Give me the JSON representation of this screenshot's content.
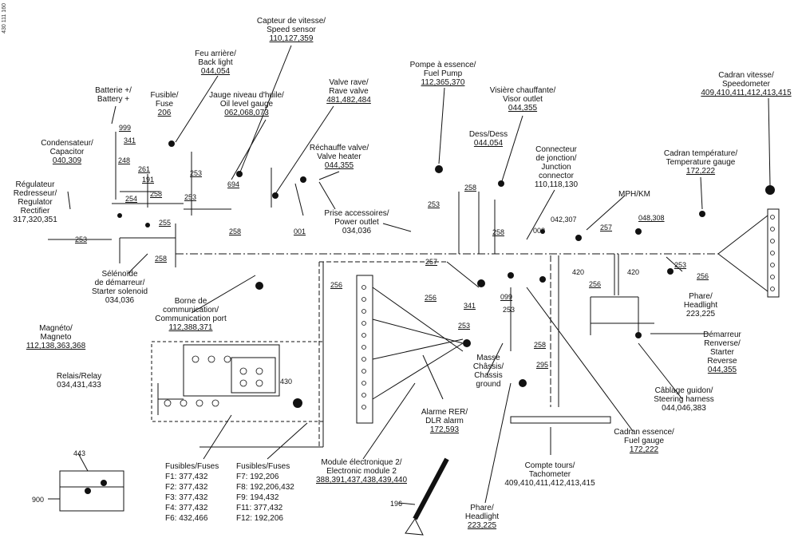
{
  "side_code": "430 111 160",
  "labels": {
    "speed_sensor": {
      "l1": "Capteur de vitesse/",
      "l2": "Speed sensor",
      "codes": "110,127,359"
    },
    "back_light": {
      "l1": "Feu arrière/",
      "l2": "Back light",
      "codes": "044,054"
    },
    "fuel_pump": {
      "l1": "Pompe à essence/",
      "l2": "Fuel Pump",
      "codes": "112,365,370"
    },
    "battery": {
      "l1": "Batterie +/",
      "l2": "Battery +"
    },
    "fuse": {
      "l1": "Fusible/",
      "l2": "Fuse",
      "codes": "206"
    },
    "oil_gauge": {
      "l1": "Jauge niveau d'huile/",
      "l2": "Oil level gauge",
      "codes": "062,068,073"
    },
    "rave_valve": {
      "l1": "Valve rave/",
      "l2": "Rave valve",
      "codes": "481,482,484"
    },
    "visor_outlet": {
      "l1": "Visière chauffante/",
      "l2": "Visor outlet",
      "codes": "044,355"
    },
    "speedometer": {
      "l1": "Cadran vitesse/",
      "l2": "Speedometer",
      "codes": "409,410,411,412,413,415"
    },
    "capacitor": {
      "l1": "Condensateur/",
      "l2": "Capacitor",
      "codes": "040,309"
    },
    "valve_heater": {
      "l1": "Réchauffe valve/",
      "l2": "Valve heater",
      "codes": "044,355"
    },
    "dess": {
      "l1": "Dess/Dess",
      "codes": "044,054"
    },
    "junction": {
      "l1": "Connecteur",
      "l2": "de jonction/",
      "l3": "Junction",
      "l4": "connector",
      "codes": "110,118,130"
    },
    "temp_gauge": {
      "l1": "Cadran température/",
      "l2": "Temperature gauge",
      "codes": "172,222"
    },
    "regulator": {
      "l1": "Régulateur",
      "l2": "Redresseur/",
      "l3": "Regulator",
      "l4": "Rectifier",
      "codes": "317,320,351"
    },
    "mph_km": {
      "l1": "MPH/KM"
    },
    "power_outlet": {
      "l1": "Prise accessoires/",
      "l2": "Power outlet",
      "codes": "034,036"
    },
    "starter_solenoid": {
      "l1": "Sélénoïde",
      "l2": "de démarreur/",
      "l3": "Starter solenoid",
      "codes": "034,036"
    },
    "comm_port": {
      "l1": "Borne de",
      "l2": "communication/",
      "l3": "Communication port",
      "codes": "112,388,371"
    },
    "magneto": {
      "l1": "Magnéto/",
      "l2": "Magneto",
      "codes": "112,138,363,368"
    },
    "relay": {
      "l1": "Relais/Relay",
      "codes": "034,431,433"
    },
    "headlight_r": {
      "l1": "Phare/",
      "l2": "Headlight",
      "codes": "223,225"
    },
    "starter_reverse": {
      "l1": "Démarreur",
      "l2": "Renverse/",
      "l3": "Starter",
      "l4": "Reverse",
      "codes": "044,355"
    },
    "ground": {
      "l1": "Masse",
      "l2": "Châssis/",
      "l3": "Chassis",
      "l4": "ground"
    },
    "steering_harness": {
      "l1": "Câblage guidon/",
      "l2": "Steering harness",
      "codes": "044,046,383"
    },
    "dlr_alarm": {
      "l1": "Alarme RER/",
      "l2": "DLR alarm",
      "codes": "172,593"
    },
    "fuel_gauge": {
      "l1": "Cadran essence/",
      "l2": "Fuel gauge",
      "codes": "172,222"
    },
    "electronic_module": {
      "l1": "Module électronique 2/",
      "l2": "Electronic module 2",
      "codes": "388,391,437,438,439,440"
    },
    "tachometer": {
      "l1": "Compte tours/",
      "l2": "Tachometer",
      "codes": "409,410,411,412,413,415"
    },
    "headlight_b": {
      "l1": "Phare/",
      "l2": "Headlight",
      "codes": "223,225"
    }
  },
  "fuses_left": {
    "title": "Fusibles/Fuses",
    "items": [
      "F1: 377,432",
      "F2: 377,432",
      "F3: 377,432",
      "F4: 377,432",
      "F6: 432,466"
    ]
  },
  "fuses_right": {
    "title": "Fusibles/Fuses",
    "items": [
      "F7: 192,206",
      "F8: 192,206,432",
      "F9: 194,432",
      "F11: 377,432",
      "F12: 192,206"
    ]
  },
  "refs": {
    "r999": "999",
    "r341a": "341",
    "r248": "248",
    "r261": "261",
    "r191": "191",
    "r254": "254",
    "r258a": "258",
    "r253a": "253",
    "r255": "255",
    "r253b": "253",
    "r694": "694",
    "r258b": "258",
    "r001": "001",
    "r253c": "253",
    "r258c": "258",
    "r258d": "258",
    "r258e": "258",
    "r003": "003",
    "r042": "042,307",
    "r257a": "257",
    "r048": "048,308",
    "r420a": "420",
    "r420b": "420",
    "r253d": "253",
    "r256a": "256",
    "r257b": "257",
    "r256b": "256",
    "r256c": "256",
    "r341b": "341",
    "r099": "099",
    "r253e": "253",
    "r253f": "253",
    "r258f": "258",
    "r295": "295",
    "r256d": "256",
    "r430": "430",
    "r443": "443",
    "r900": "900",
    "r196": "196",
    "r253g": "253"
  }
}
